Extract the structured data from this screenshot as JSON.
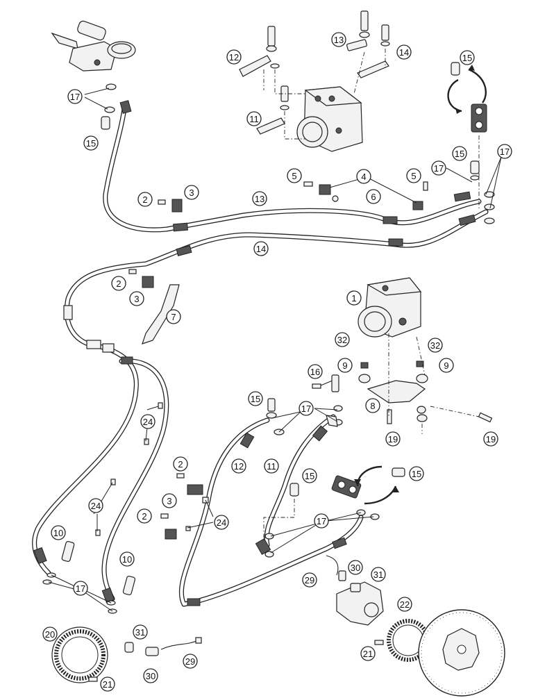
{
  "callouts": [
    {
      "id": "c12a",
      "label": "12"
    },
    {
      "id": "c13a",
      "label": "13"
    },
    {
      "id": "c14a",
      "label": "14"
    },
    {
      "id": "c11a",
      "label": "11"
    },
    {
      "id": "c15a",
      "label": "15"
    },
    {
      "id": "c17a",
      "label": "17"
    },
    {
      "id": "c15b",
      "label": "15"
    },
    {
      "id": "c15c",
      "label": "15"
    },
    {
      "id": "c17b",
      "label": "17"
    },
    {
      "id": "c17c",
      "label": "17"
    },
    {
      "id": "c5a",
      "label": "5"
    },
    {
      "id": "c4a",
      "label": "4"
    },
    {
      "id": "c5b",
      "label": "5"
    },
    {
      "id": "c6a",
      "label": "6"
    },
    {
      "id": "c2a",
      "label": "2"
    },
    {
      "id": "c3a",
      "label": "3"
    },
    {
      "id": "c13b",
      "label": "13"
    },
    {
      "id": "c14b",
      "label": "14"
    },
    {
      "id": "c2b",
      "label": "2"
    },
    {
      "id": "c3b",
      "label": "3"
    },
    {
      "id": "c7a",
      "label": "7"
    },
    {
      "id": "c1a",
      "label": "1"
    },
    {
      "id": "c32a",
      "label": "32"
    },
    {
      "id": "c32b",
      "label": "32"
    },
    {
      "id": "c9a",
      "label": "9"
    },
    {
      "id": "c9b",
      "label": "9"
    },
    {
      "id": "c16a",
      "label": "16"
    },
    {
      "id": "c8a",
      "label": "8"
    },
    {
      "id": "c19a",
      "label": "19"
    },
    {
      "id": "c19b",
      "label": "19"
    },
    {
      "id": "c15d",
      "label": "15"
    },
    {
      "id": "c17d",
      "label": "17"
    },
    {
      "id": "c24a",
      "label": "24"
    },
    {
      "id": "c12b",
      "label": "12"
    },
    {
      "id": "c11b",
      "label": "11"
    },
    {
      "id": "c2c",
      "label": "2"
    },
    {
      "id": "c15e",
      "label": "15"
    },
    {
      "id": "c15f",
      "label": "15"
    },
    {
      "id": "c3c",
      "label": "3"
    },
    {
      "id": "c24b",
      "label": "24"
    },
    {
      "id": "c2d",
      "label": "2"
    },
    {
      "id": "c24c",
      "label": "24"
    },
    {
      "id": "c17e",
      "label": "17"
    },
    {
      "id": "c10a",
      "label": "10"
    },
    {
      "id": "c10b",
      "label": "10"
    },
    {
      "id": "c30a",
      "label": "30"
    },
    {
      "id": "c29a",
      "label": "29"
    },
    {
      "id": "c31a",
      "label": "31"
    },
    {
      "id": "c17f",
      "label": "17"
    },
    {
      "id": "c22a",
      "label": "22"
    },
    {
      "id": "c20a",
      "label": "20"
    },
    {
      "id": "c31b",
      "label": "31"
    },
    {
      "id": "c21a",
      "label": "21"
    },
    {
      "id": "c30b",
      "label": "30"
    },
    {
      "id": "c29b",
      "label": "29"
    },
    {
      "id": "c21b",
      "label": "21"
    }
  ]
}
